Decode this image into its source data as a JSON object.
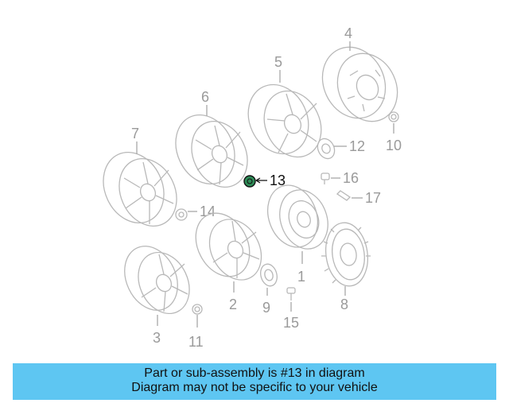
{
  "diagram": {
    "callouts": [
      {
        "id": "1",
        "label": "1"
      },
      {
        "id": "2",
        "label": "2"
      },
      {
        "id": "3",
        "label": "3"
      },
      {
        "id": "4",
        "label": "4"
      },
      {
        "id": "5",
        "label": "5"
      },
      {
        "id": "6",
        "label": "6"
      },
      {
        "id": "7",
        "label": "7"
      },
      {
        "id": "8",
        "label": "8"
      },
      {
        "id": "9",
        "label": "9"
      },
      {
        "id": "10",
        "label": "10"
      },
      {
        "id": "11",
        "label": "11"
      },
      {
        "id": "12",
        "label": "12"
      },
      {
        "id": "13",
        "label": "13"
      },
      {
        "id": "14",
        "label": "14"
      },
      {
        "id": "15",
        "label": "15"
      },
      {
        "id": "16",
        "label": "16"
      },
      {
        "id": "17",
        "label": "17"
      }
    ],
    "highlighted_part": "13",
    "colors": {
      "highlight": "#111111",
      "part_line": "#b8b8b8",
      "part13_fill": "#2e8b57",
      "banner": "#5ec6f2"
    }
  },
  "footer": {
    "line1": "Part or sub-assembly is #13 in diagram",
    "line2": "Diagram may not be specific to your vehicle"
  }
}
